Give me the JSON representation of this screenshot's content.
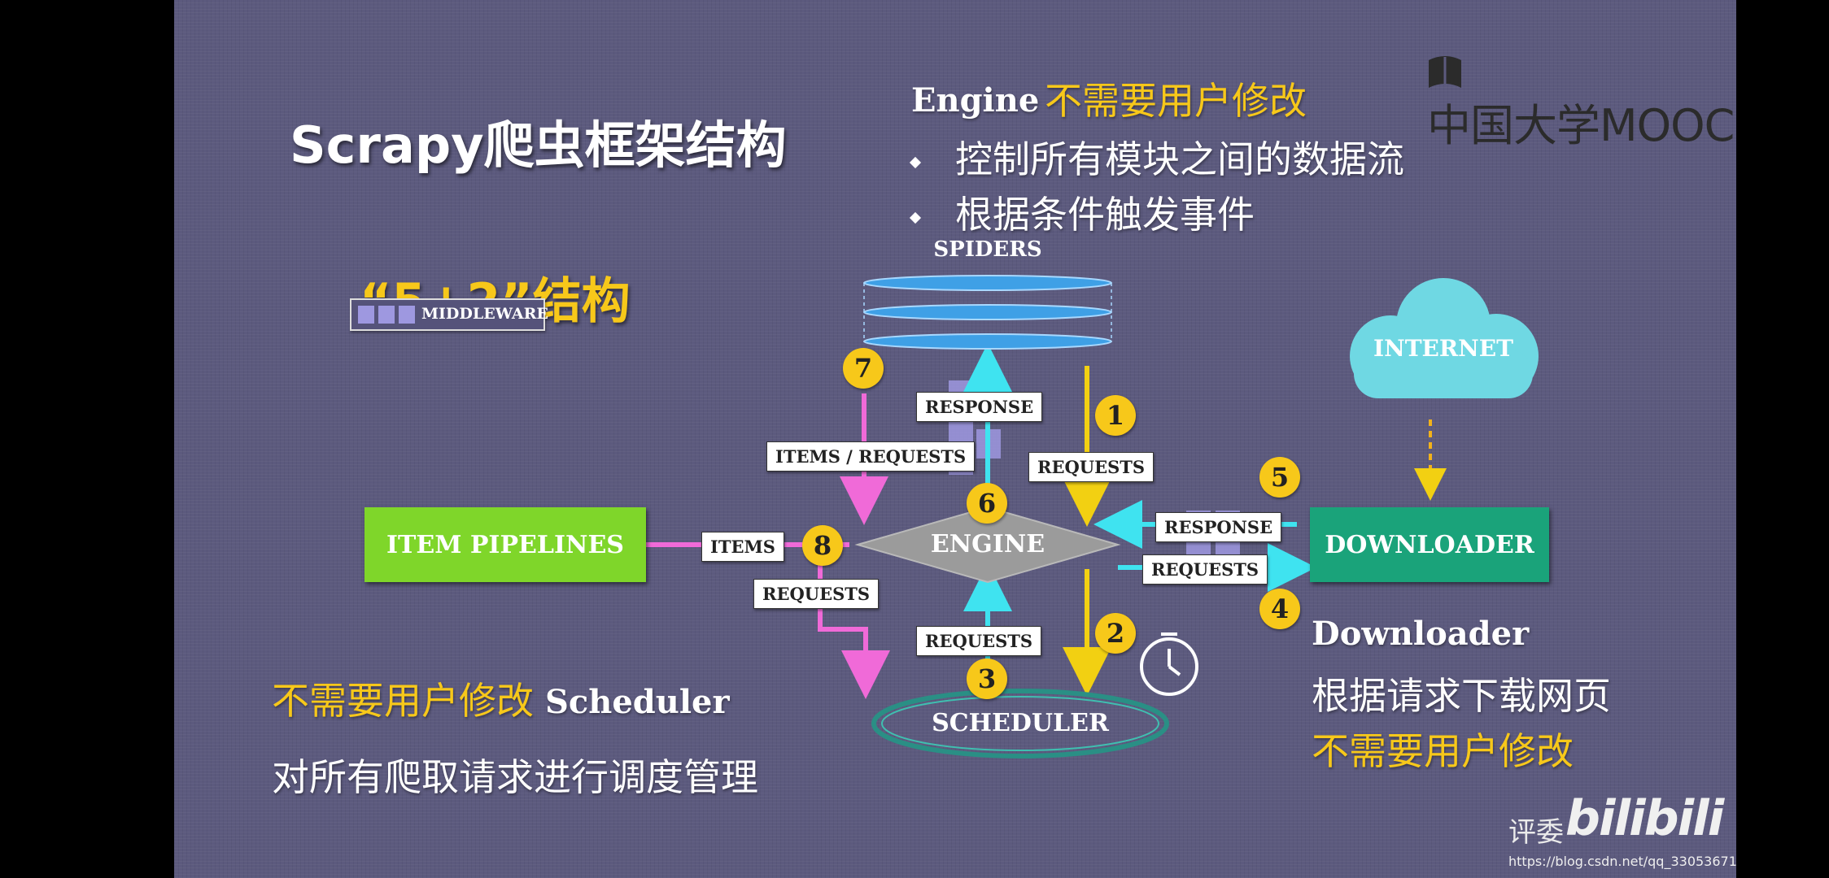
{
  "slide": {
    "title": "Scrapy爬虫框架结构",
    "subtitle": "“5+2”结构",
    "legend_label": "MIDDLEWARE"
  },
  "engine_info": {
    "heading": "Engine",
    "note": "不需要用户修改",
    "bullets": [
      "控制所有模块之间的数据流",
      "根据条件触发事件"
    ]
  },
  "scheduler_info": {
    "note": "不需要用户修改",
    "heading": "Scheduler",
    "desc": "对所有爬取请求进行调度管理"
  },
  "downloader_info": {
    "heading": "Downloader",
    "desc": "根据请求下载网页",
    "note": "不需要用户修改"
  },
  "diagram": {
    "spiders": "SPIDERS",
    "internet": "INTERNET",
    "engine": "ENGINE",
    "item_pipelines": "ITEM PIPELINES",
    "downloader": "DOWNLOADER",
    "scheduler": "SCHEDULER",
    "labels": {
      "response_spider": "RESPONSE",
      "items_requests": "ITEMS / REQUESTS",
      "requests_1": "REQUESTS",
      "response_downloader": "RESPONSE",
      "requests_downloader": "REQUESTS",
      "items": "ITEMS",
      "requests_scheduler_left": "REQUESTS",
      "requests_scheduler_mid": "REQUESTS"
    },
    "steps": [
      "1",
      "2",
      "3",
      "4",
      "5",
      "6",
      "7",
      "8"
    ],
    "colors": {
      "background": "#5c5a7e",
      "pipelines": "#7fd62a",
      "downloader": "#1aa37a",
      "engine": "#9b9b9b",
      "step_badge": "#f7c81a",
      "arrow_yellow": "#f2d012",
      "arrow_cyan": "#3fe3f0",
      "arrow_pink": "#f06ad8",
      "spiders": "#3fa0e6",
      "internet": "#6fd8e3"
    }
  },
  "watermarks": {
    "mooc": "中国大学MOOC",
    "reviewer": "评委",
    "bilibili": "bilibili",
    "url": "https://blog.csdn.net/qq_33053671"
  }
}
